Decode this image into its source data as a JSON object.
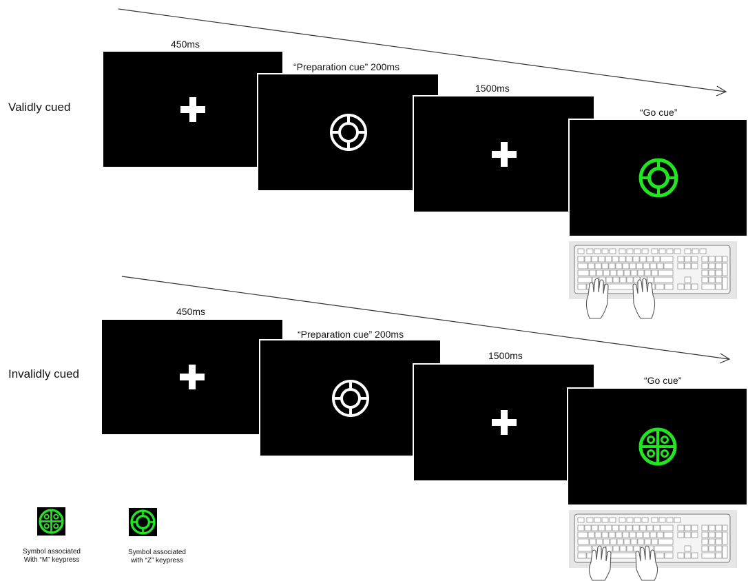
{
  "rows": [
    {
      "label": "Validly cued",
      "frames": [
        {
          "timing": "450ms",
          "symbol": "fixation-cross"
        },
        {
          "timing": "“Preparation cue” 200ms",
          "symbol": "preparation-cue-ring"
        },
        {
          "timing": "1500ms",
          "symbol": "fixation-cross"
        },
        {
          "timing": "“Go cue”",
          "symbol": "green-ring-symbol"
        }
      ]
    },
    {
      "label": "Invalidly cued",
      "frames": [
        {
          "timing": "450ms",
          "symbol": "fixation-cross"
        },
        {
          "timing": "“Preparation cue” 200ms",
          "symbol": "preparation-cue-ring"
        },
        {
          "timing": "1500ms",
          "symbol": "fixation-cross"
        },
        {
          "timing": "“Go cue”",
          "symbol": "green-quadrant-symbol"
        }
      ]
    }
  ],
  "legend": [
    {
      "text_line1": "Symbol associated",
      "text_line2": "With “M” keypress",
      "symbol": "green-quadrant-symbol"
    },
    {
      "text_line1": "Symbol associated",
      "text_line2": "with “Z” keypress",
      "symbol": "green-ring-symbol"
    }
  ],
  "colors": {
    "screen": "#000000",
    "stimulus_white": "#ffffff",
    "go_green": "#22e522",
    "arrow": "#333333"
  }
}
